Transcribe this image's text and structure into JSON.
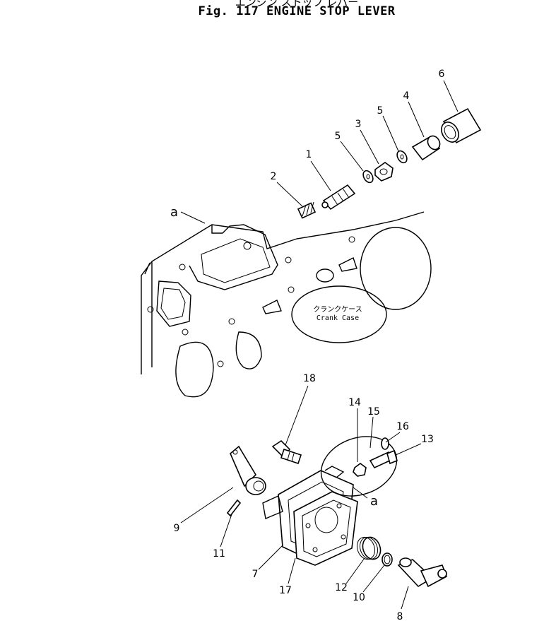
{
  "figure": {
    "title_jp": "エンジン ストップ レバー",
    "title": "Fig. 117 ENGINE STOP LEVER",
    "crank_case_jp": "クランクケース",
    "crank_case_en": "Crank Case",
    "ref_mark": "a"
  },
  "callouts": [
    {
      "id": "1",
      "label": "1"
    },
    {
      "id": "2",
      "label": "2"
    },
    {
      "id": "3",
      "label": "3"
    },
    {
      "id": "4",
      "label": "4"
    },
    {
      "id": "5a",
      "label": "5"
    },
    {
      "id": "5b",
      "label": "5"
    },
    {
      "id": "6",
      "label": "6"
    },
    {
      "id": "7",
      "label": "7"
    },
    {
      "id": "8",
      "label": "8"
    },
    {
      "id": "9",
      "label": "9"
    },
    {
      "id": "10",
      "label": "10"
    },
    {
      "id": "11",
      "label": "11"
    },
    {
      "id": "12",
      "label": "12"
    },
    {
      "id": "13",
      "label": "13"
    },
    {
      "id": "14",
      "label": "14"
    },
    {
      "id": "15",
      "label": "15"
    },
    {
      "id": "16",
      "label": "16"
    },
    {
      "id": "17",
      "label": "17"
    },
    {
      "id": "18",
      "label": "18"
    }
  ]
}
